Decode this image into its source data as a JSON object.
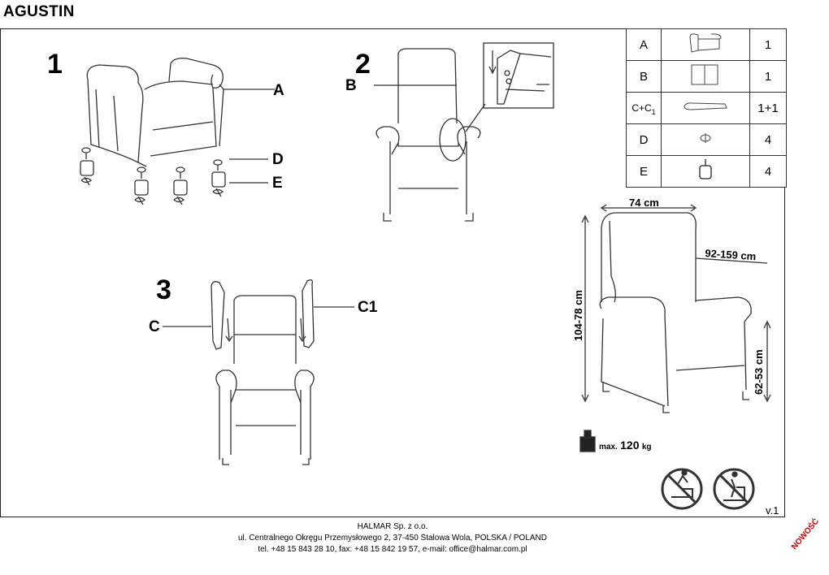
{
  "title": "AGUSTIN",
  "steps": {
    "s1": "1",
    "s2": "2",
    "s3": "3"
  },
  "callouts": {
    "a": "A",
    "b": "B",
    "c": "C",
    "c1": "C1",
    "d": "D",
    "e": "E"
  },
  "parts_table": [
    {
      "label": "A",
      "icon": "armchair-body-icon",
      "qty": "1"
    },
    {
      "label": "B",
      "icon": "backrest-icon",
      "qty": "1"
    },
    {
      "label": "C+C",
      "label_sub": "1",
      "icon": "side-wing-icon",
      "qty": "1+1"
    },
    {
      "label": "D",
      "icon": "bolt-icon",
      "qty": "4"
    },
    {
      "label": "E",
      "icon": "foot-icon",
      "qty": "4"
    }
  ],
  "dimensions": {
    "width": "74 cm",
    "depth": "92-159 cm",
    "height": "104-78 cm",
    "seat_height": "62-53 cm"
  },
  "weight": {
    "prefix": "max.",
    "value": "120",
    "unit": "kg"
  },
  "warnings": [
    "no-standing-on-chair-icon",
    "no-climbing-icon"
  ],
  "version": "v.1",
  "footer": {
    "company": "HALMAR Sp. z o.o.",
    "address": "ul. Centralnego Okręgu Przemysłowego 2, 37-450 Stalowa Wola, POLSKA / POLAND",
    "contact": "tel. +48 15 843 28 10, fax: +48 15 842 19 57, e-mail: office@halmar.com.pl"
  },
  "stamp": "NOWOŚĆ",
  "colors": {
    "line": "#333333",
    "stamp": "#d00000"
  }
}
